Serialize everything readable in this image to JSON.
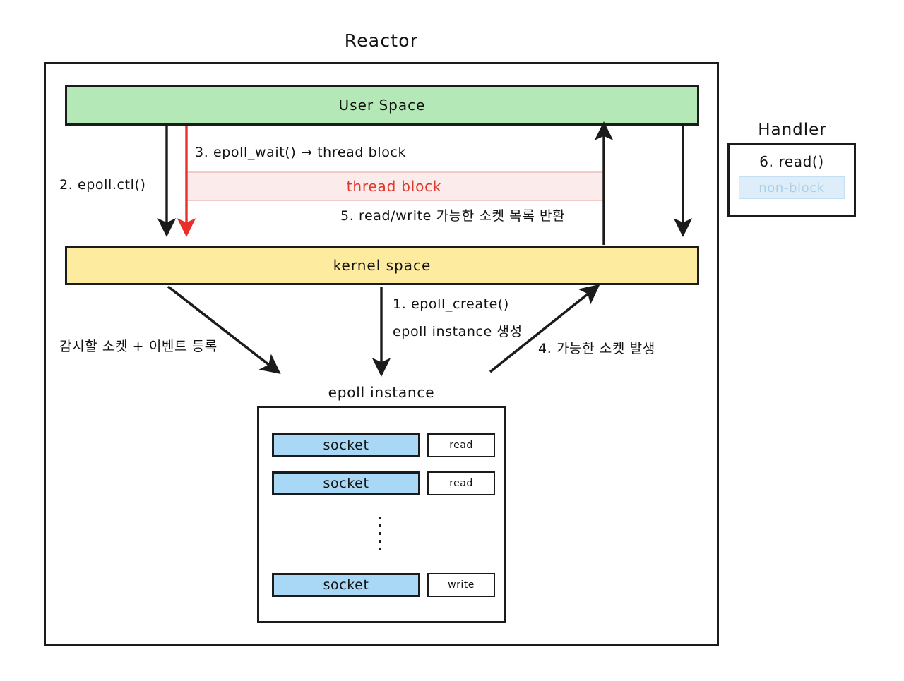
{
  "diagram": {
    "title": "Reactor",
    "handler_title": "Handler"
  },
  "bands": {
    "user_space": "User Space",
    "kernel_space": "kernel space",
    "thread_block": "thread block"
  },
  "labels": {
    "epoll_ctl": "2. epoll.ctl()",
    "epoll_wait": "3. epoll_wait() → thread block",
    "read_write_return": "5. read/write 가능한 소켓 목록 반환",
    "watch_register": "감시할 소켓 + 이벤트 등록",
    "epoll_create": "1. epoll_create()",
    "epoll_instance_create": "epoll instance 생성",
    "socket_possible": "4. 가능한 소켓 발생"
  },
  "epoll_instance": {
    "label": "epoll instance",
    "rows": [
      {
        "socket": "socket",
        "op": "read"
      },
      {
        "socket": "socket",
        "op": "read"
      },
      {
        "socket": "socket",
        "op": "write"
      }
    ],
    "ellipsis": "⋮"
  },
  "handler": {
    "title": "Handler",
    "read_call": "6. read()",
    "badge": "non-block"
  },
  "colors": {
    "user_space_fill": "#b4e8b6",
    "kernel_space_fill": "#fdeb9f",
    "socket_fill": "#a8d8f5",
    "thread_block_fill": "#fcebeb",
    "thread_block_text": "#e0362c",
    "nonblock_fill": "#ddeefa",
    "nonblock_text": "#a8cfe8",
    "stroke": "#1b1b1b",
    "red_arrow": "#e8302a"
  }
}
